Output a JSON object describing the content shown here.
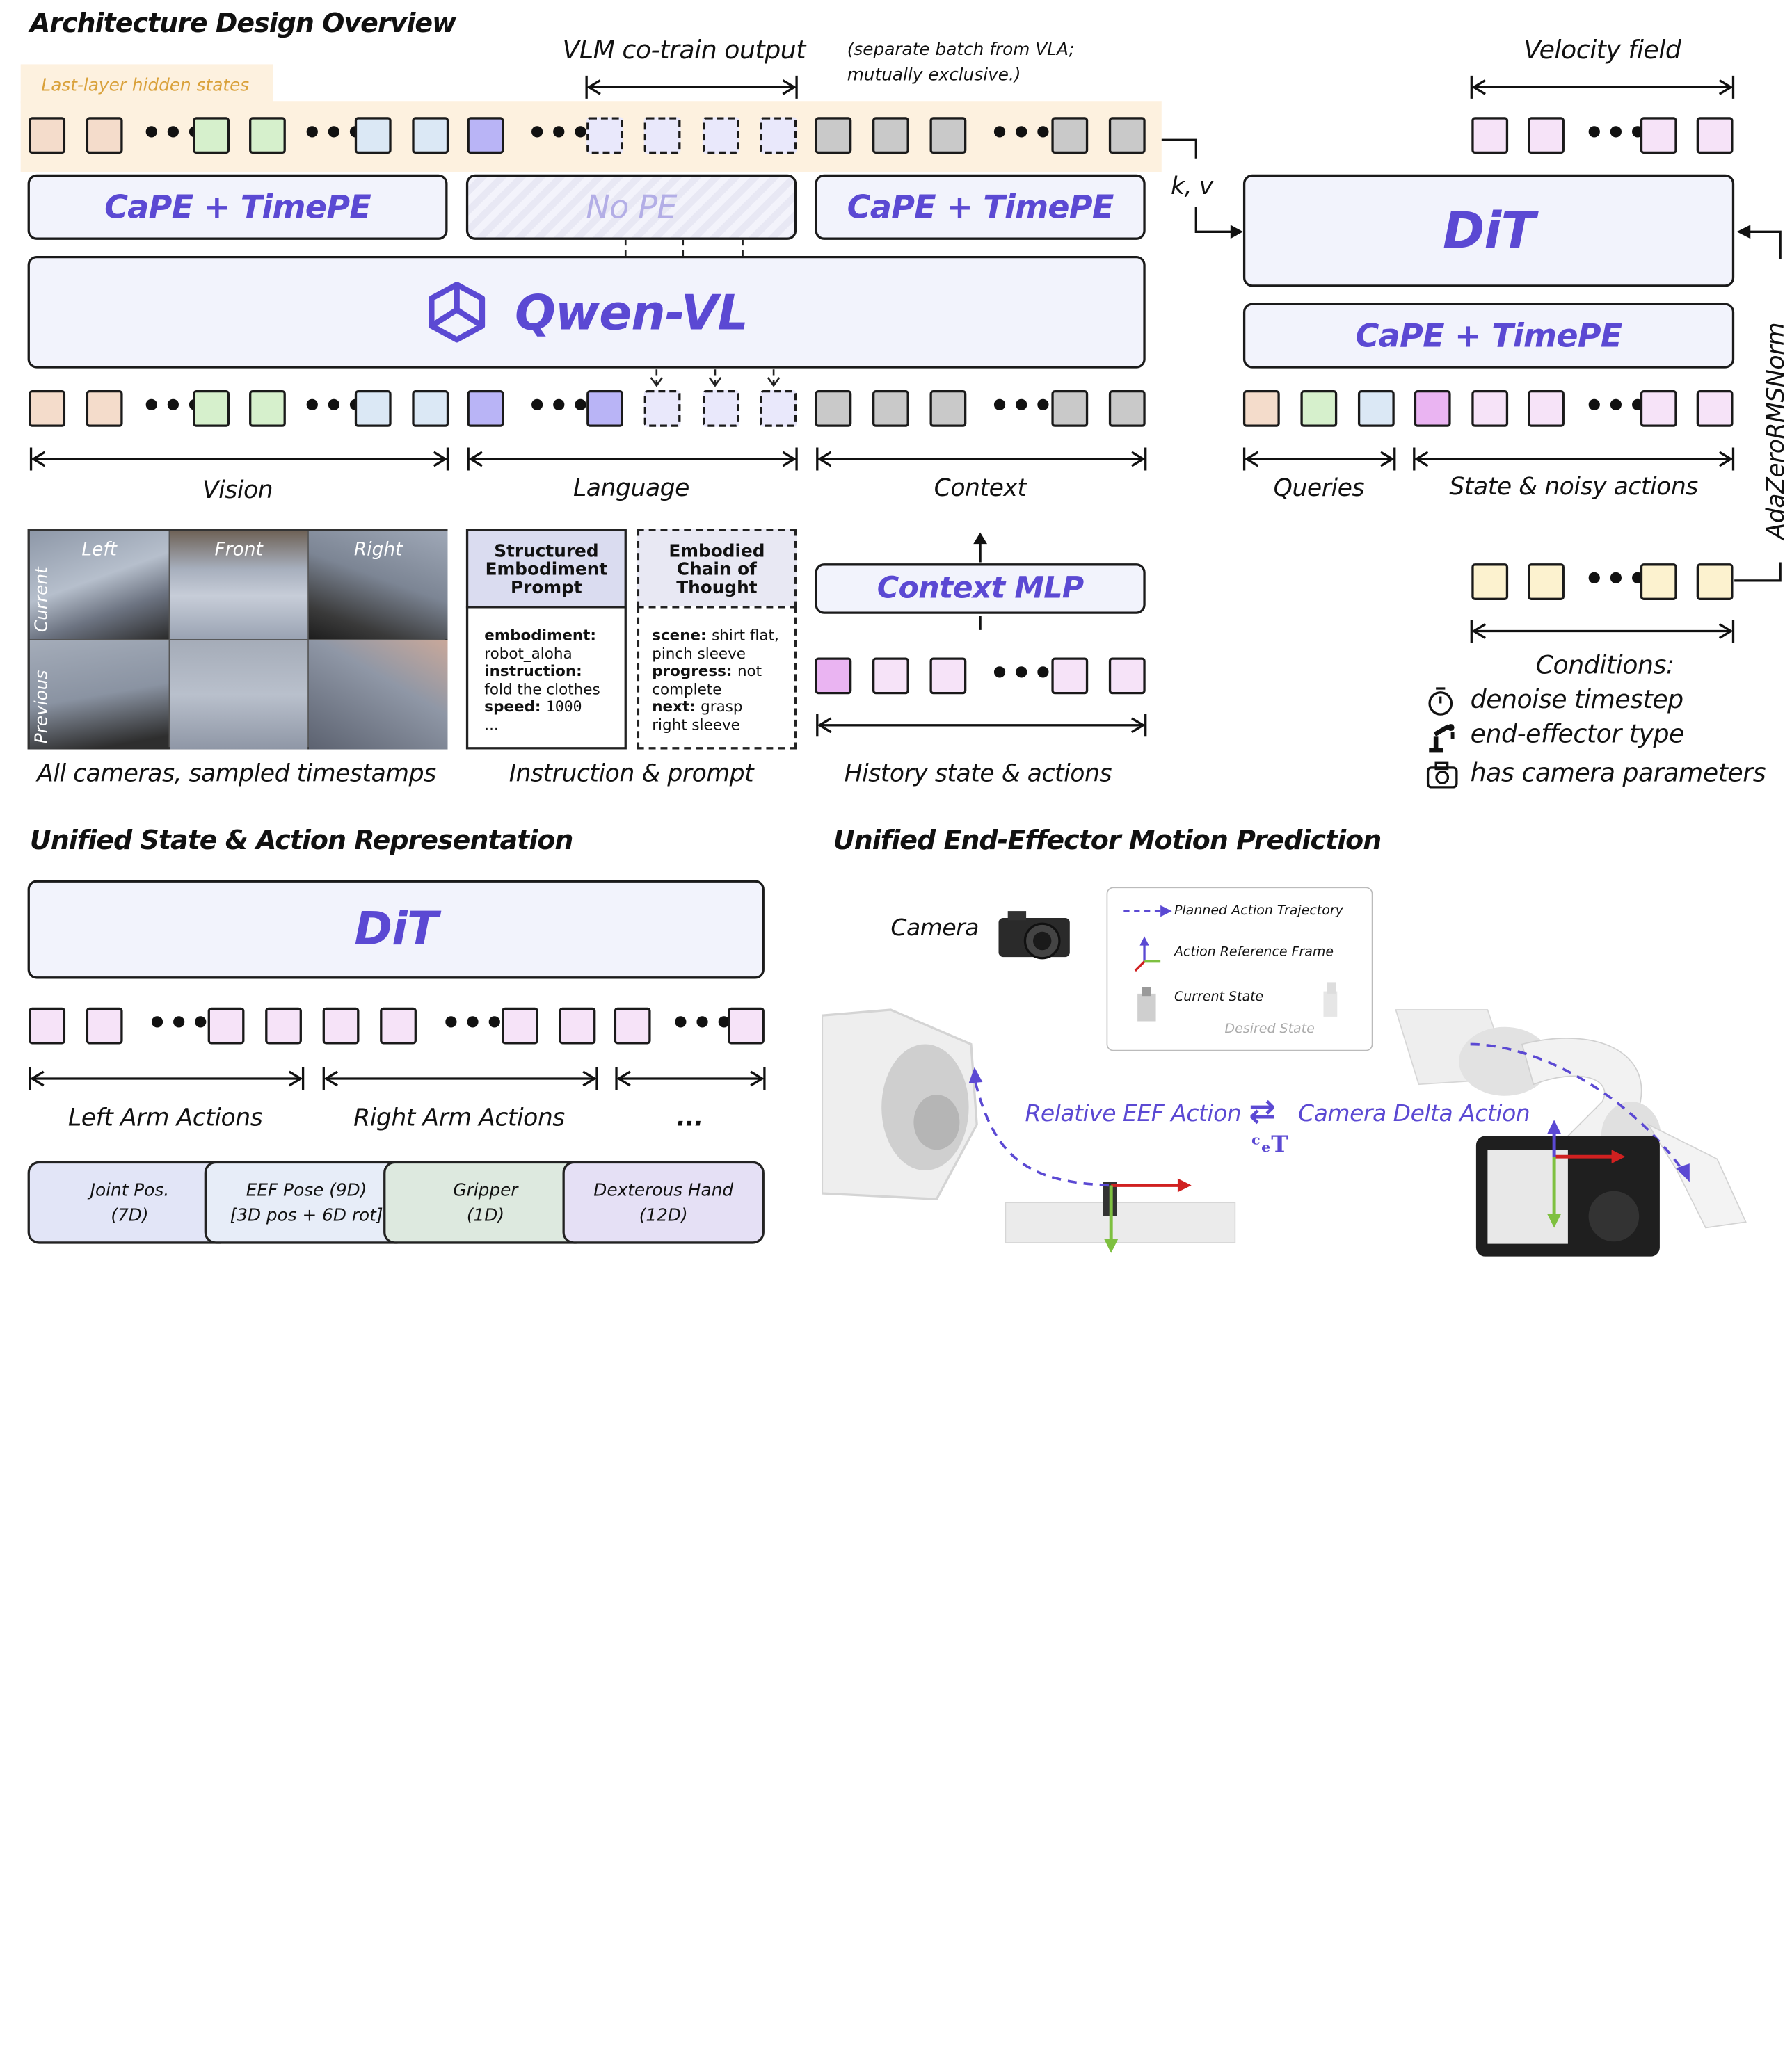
{
  "titles": {
    "architecture": "Architecture Design Overview",
    "unified_repr": "Unified State & Action Representation",
    "unified_motion": "Unified End-Effector Motion Prediction"
  },
  "top": {
    "hidden_states_label": "Last-layer hidden states",
    "vlm_cotrain": "VLM co-train output",
    "vlm_note_1": "(separate batch from VLA;",
    "vlm_note_2": "mutually exclusive.)",
    "cape_timepe_left": "CaPE + TimePE",
    "no_pe": "No PE",
    "cape_timepe_right": "CaPE + TimePE",
    "qwen": "Qwen-VL",
    "kv": "k, v",
    "groups": [
      "Vision",
      "Language",
      "Context"
    ],
    "context_mlp": "Context MLP",
    "dots": "•••"
  },
  "dit_block": {
    "velocity": "Velocity field",
    "dit": "DiT",
    "cape_timepe": "CaPE + TimePE",
    "groups": [
      "Queries",
      "State & noisy actions"
    ],
    "adazero": "AdaZeroRMSNorm",
    "conditions_title": "Conditions:",
    "conditions": [
      "denoise timestep",
      "end-effector type",
      "has camera parameters"
    ],
    "condition_icons": [
      "timer-icon",
      "robot-arm-icon",
      "camera-icon"
    ]
  },
  "inputs": {
    "camera_labels": [
      "Left",
      "Front",
      "Right"
    ],
    "row_labels": [
      "Current",
      "Previous"
    ],
    "cameras_caption": "All cameras, sampled timestamps",
    "prompt_header": "Structured Embodiment Prompt",
    "prompt_lines": [
      {
        "key": "embodiment:",
        "val": "robot_aloha"
      },
      {
        "key": "instruction:",
        "val": "fold the clothes"
      },
      {
        "key": "speed:",
        "val": "1000"
      },
      {
        "key": "",
        "val": "..."
      }
    ],
    "cot_header": "Embodied Chain of Thought",
    "cot_lines": [
      {
        "key": "scene:",
        "val": "shirt flat, pinch sleeve"
      },
      {
        "key": "progress:",
        "val": "not complete"
      },
      {
        "key": "next:",
        "val": "grasp right sleeve"
      }
    ],
    "instr_caption": "Instruction & prompt",
    "history_caption": "History state & actions"
  },
  "repr": {
    "dit": "DiT",
    "groups": [
      "Left Arm Actions",
      "Right Arm Actions",
      "..."
    ],
    "components": [
      {
        "line1": "Joint Pos.",
        "line2": "(7D)"
      },
      {
        "line1": "EEF Pose (9D)",
        "line2": "[3D pos + 6D rot]"
      },
      {
        "line1": "Gripper",
        "line2": "(1D)"
      },
      {
        "line1": "Dexterous Hand",
        "line2": "(12D)"
      }
    ]
  },
  "motion": {
    "camera_label": "Camera",
    "legend": [
      "Planned Action Trajectory",
      "Action Reference Frame",
      "Current State",
      "Desired State"
    ],
    "relative": "Relative EEF Action",
    "equiv": "⇄",
    "camera_delta": "Camera Delta Action",
    "transform": "ᶜₑT"
  },
  "colors": {
    "accent": "#5b49d3",
    "box_fill": "#f2f3fc",
    "vision_1": "#f4dccb",
    "vision_2": "#d6f0cc",
    "vision_3": "#dbe8f5",
    "lang": "#b9b4f6",
    "lang_light": "#e9e8fb",
    "context": "#c9c9c9",
    "action": "#f6e3f8",
    "action_strong": "#eab4f2",
    "condition": "#fcf2cf",
    "hidden_bg": "#fdf1df",
    "hidden_text": "#d9a13a",
    "comp_joint": "#e2e5f7",
    "comp_eef": "#e7edf8",
    "comp_gripper": "#dde9df",
    "comp_hand": "#e5e0f5"
  }
}
